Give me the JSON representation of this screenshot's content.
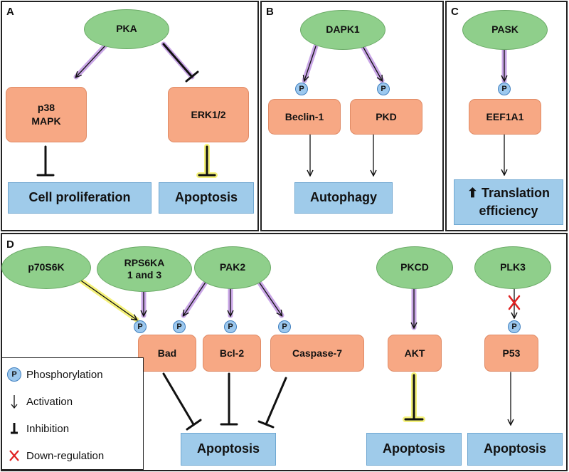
{
  "panels": {
    "a": {
      "label": "A",
      "kinase": "PKA",
      "targets": [
        "p38\nMAPK",
        "ERK1/2"
      ],
      "outcomes": [
        "Cell proliferation",
        "Apoptosis"
      ]
    },
    "b": {
      "label": "B",
      "kinase": "DAPK1",
      "targets": [
        "Beclin-1",
        "PKD"
      ],
      "outcome": "Autophagy"
    },
    "c": {
      "label": "C",
      "kinase": "PASK",
      "target": "EEF1A1",
      "outcome_arrow": "⬆",
      "outcome_line1": "Translation",
      "outcome_line2": "efficiency"
    },
    "d": {
      "label": "D",
      "kinases": [
        "p70S6K",
        "RPS6KA\n1 and 3",
        "PAK2",
        "PKCD",
        "PLK3"
      ],
      "targets": [
        "Bad",
        "Bcl-2",
        "Caspase-7",
        "AKT",
        "P53"
      ],
      "outcomes": [
        "Apoptosis",
        "Apoptosis",
        "Apoptosis"
      ],
      "down_regulation_mark": "X"
    }
  },
  "phospho_symbol": "P",
  "legend": {
    "items": [
      {
        "symbol": "P",
        "label": "Phosphorylation"
      },
      {
        "symbol": "activation-arrow",
        "label": "Activation"
      },
      {
        "symbol": "inhibition-bar",
        "label": "Inhibition"
      },
      {
        "symbol": "X",
        "label": "Down-regulation"
      }
    ]
  },
  "colors": {
    "kinase": "#8fcf8b",
    "target": "#f7a884",
    "outcome": "#9fcbea",
    "phospho": "#9cc8ee",
    "glow_purple": "#c9a6e6",
    "glow_yellow": "#f5f27a",
    "down_regulation": "#e02020"
  }
}
